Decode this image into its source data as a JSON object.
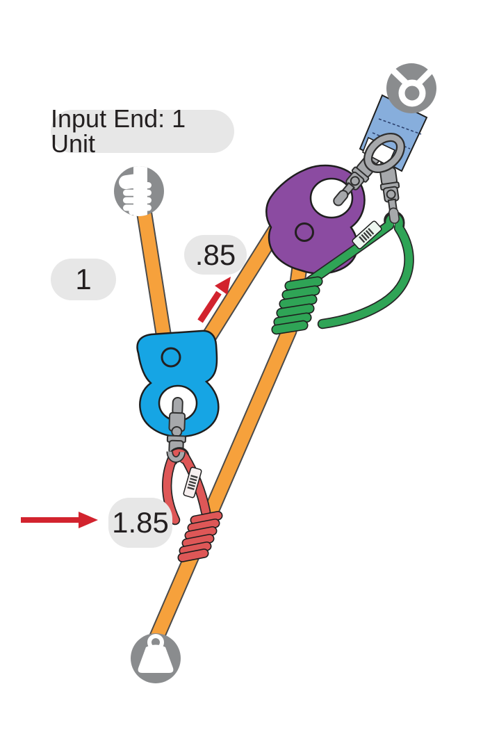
{
  "labels": {
    "input_end": "Input End: 1 Unit",
    "input_tension": "1",
    "between_tension": ".85",
    "output_tension": "1.85"
  },
  "icons": {
    "top_left": "hand-grip-icon",
    "top_right": "anchor-pulley-icon",
    "bottom": "weight-icon"
  },
  "colors": {
    "rope_orange": "#F6A13C",
    "rope_outline": "#4A4A4A",
    "device_blue": "#16A5E4",
    "device_purple": "#8B4BA1",
    "cord_green": "#2FA456",
    "cord_red": "#DE5757",
    "cord_outline": "#262626",
    "arrow_red": "#D2232E",
    "icon_gray": "#8A8C8E",
    "metal_gray": "#A6A8AB",
    "metal_outline": "#2E2E2E",
    "webbing_blue": "#87AEDC",
    "webbing_stitch": "#2B3F6B",
    "pill_bg": "#E7E7E7",
    "text_dark": "#231F20",
    "tag_white": "#F6EFEF",
    "tag_mint": "#EDF7F0",
    "barcode": "#3B3B3B",
    "ink": "#1E1E1E"
  }
}
